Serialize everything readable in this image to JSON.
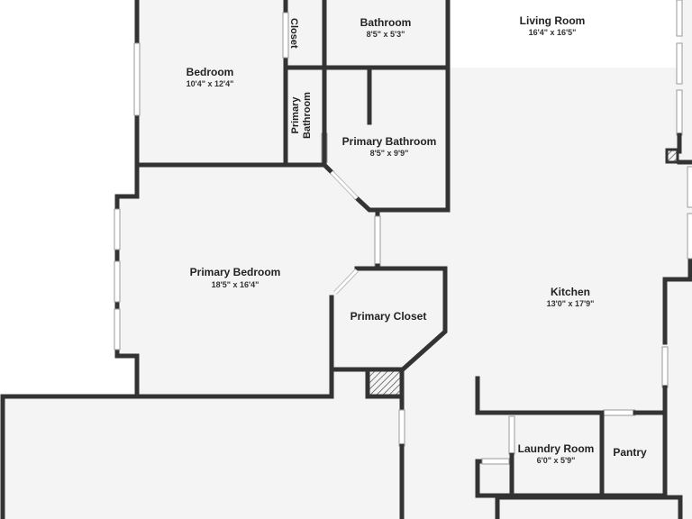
{
  "rooms": {
    "bedroom": {
      "name": "Bedroom",
      "dims": "10'4\" x 12'4\""
    },
    "closet": {
      "name": "Closet"
    },
    "bathroom": {
      "name": "Bathroom",
      "dims": "8'5\" x 5'3\""
    },
    "living_room": {
      "name": "Living Room",
      "dims": "16'4\" x 16'5\""
    },
    "primary_bath_small": {
      "name": "Primary Bathroom"
    },
    "primary_bathroom": {
      "name": "Primary Bathroom",
      "dims": "8'5\" x 9'9\""
    },
    "primary_bedroom": {
      "name": "Primary Bedroom",
      "dims": "18'5\" x 16'4\""
    },
    "kitchen": {
      "name": "Kitchen",
      "dims": "13'0\" x 17'9\""
    },
    "primary_closet": {
      "name": "Primary Closet"
    },
    "laundry_room": {
      "name": "Laundry Room",
      "dims": "6'0\" x 5'9\""
    },
    "pantry": {
      "name": "Pantry"
    }
  },
  "colors": {
    "wall": "#333333",
    "floor": "#f4f4f4",
    "window": "#9a9a9a"
  }
}
